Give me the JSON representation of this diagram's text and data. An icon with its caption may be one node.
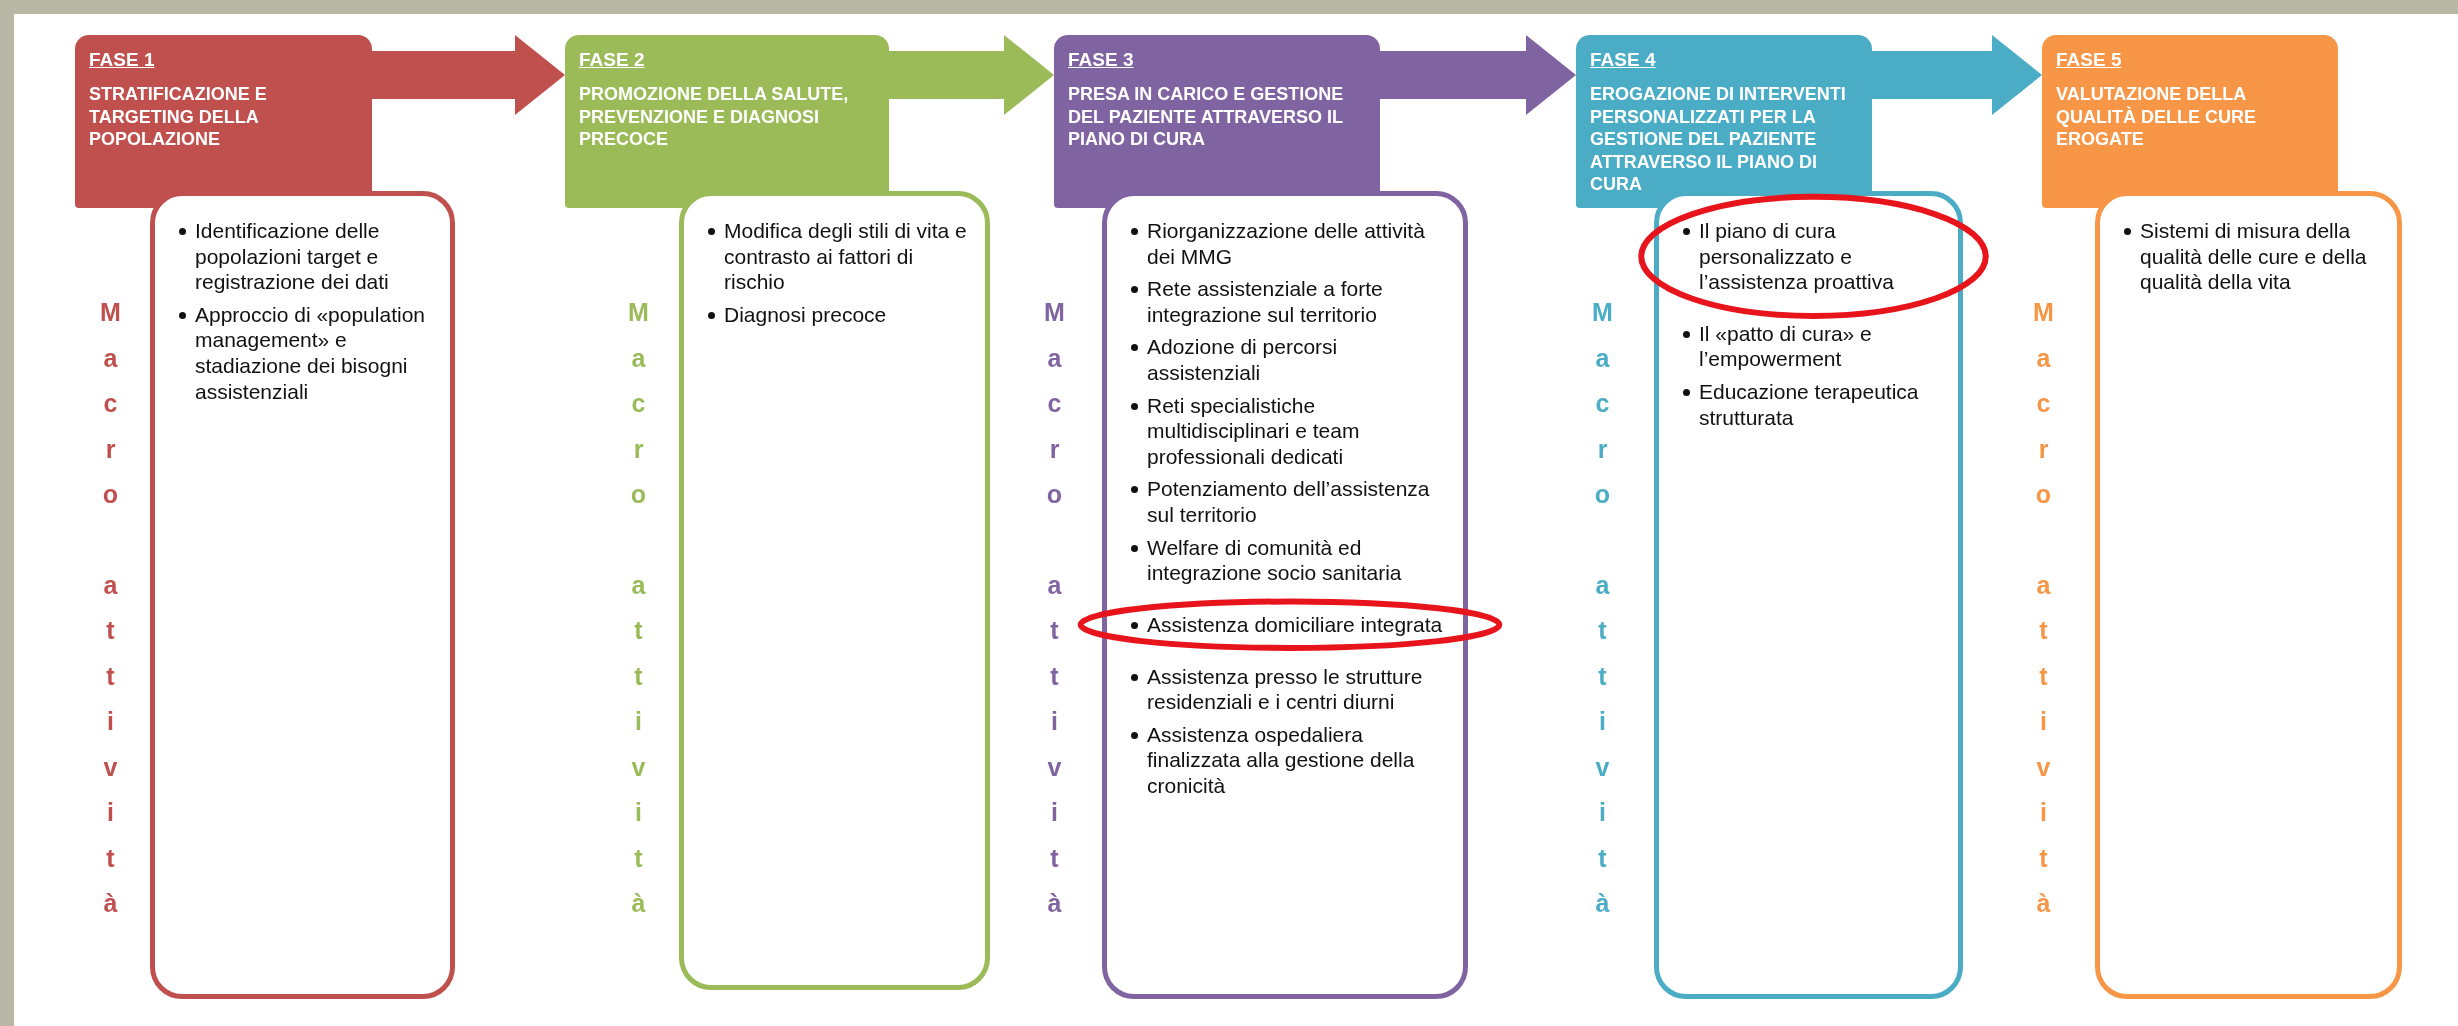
{
  "diagram": {
    "nodes": [
      {
        "text": [
          "FASE 1",
          "STRATIFICAZIONE E TARGETING DELLA POPOLAZIONE"
        ]
      },
      {
        "text": [
          "Identificazione delle popolazioni target e registrazione dei dati",
          "Approccio di «population management» e stadiazione dei bisogni assistenziali"
        ],
        "beside": [
          "Macro attività"
        ]
      },
      {
        "text": [
          "FASE 2",
          "PROMOZIONE DELLA SALUTE, PREVENZIONE E DIAGNOSI PRECOCE"
        ]
      },
      {
        "text": [
          "Modifica degli stili di vita e contrasto ai fattori di rischio",
          "Diagnosi precoce"
        ],
        "beside": [
          "Macro attività"
        ]
      },
      {
        "text": [
          "FASE 3",
          "PRESA IN CARICO E GESTIONE DEL PAZIENTE ATTRAVERSO IL PIANO DI CURA"
        ]
      },
      {
        "text": [
          "Riorganizzazione  delle attività dei MMG",
          "Rete assistenziale a forte integrazione sul territorio",
          "Adozione di percorsi assistenziali",
          "Reti specialistiche multidisciplinari e team professionali dedicati",
          "Potenziamento dell’assistenza sul territorio",
          "Welfare di comunità ed integrazione socio sanitaria",
          "Assistenza domiciliare integrata",
          "Assistenza presso le strutture residenziali e i centri diurni",
          "Assistenza ospedaliera finalizzata alla gestione della cronicità"
        ],
        "beside": [
          "Macro attività"
        ]
      },
      {
        "text": [
          "FASE 4",
          "EROGAZIONE  DI INTERVENTI PERSONALIZZATI PER LA GESTIONE DEL PAZIENTE ATTRAVERSO IL PIANO DI CURA"
        ]
      },
      {
        "text": [
          "Il piano di cura personalizzato e l’assistenza proattiva",
          "Il «patto di cura» e l’empowerment",
          "Educazione terapeutica strutturata"
        ],
        "beside": [
          "Macro attività"
        ]
      },
      {
        "text": [
          "FASE 5",
          "VALUTAZIONE DELLA QUALITÀ DELLE CURE EROGATE"
        ]
      },
      {
        "text": [
          "Sistemi di misura della qualità delle cure e della qualità della vita"
        ],
        "beside": [
          "Macro attività"
        ]
      }
    ],
    "edges": [
      {
        "from": 0,
        "to": 2,
        "arrow": "to",
        "style": "thick",
        "color": "#c0504d"
      },
      {
        "from": 2,
        "to": 4,
        "arrow": "to",
        "style": "thick",
        "color": "#9bbb59"
      },
      {
        "from": 4,
        "to": 6,
        "arrow": "to",
        "style": "thick",
        "color": "#8064a2"
      },
      {
        "from": 6,
        "to": 8,
        "arrow": "to",
        "style": "thick",
        "color": "#4bacc6"
      }
    ]
  }
}
